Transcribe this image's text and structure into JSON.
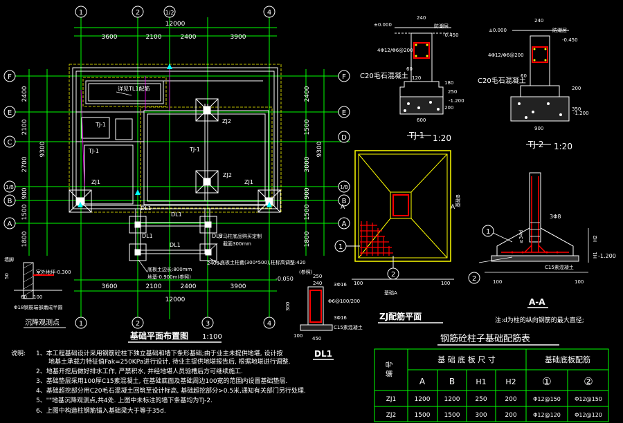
{
  "plan": {
    "axes_top": [
      "1",
      "2",
      "1/2",
      "4"
    ],
    "axes_bottom": [
      "1",
      "2",
      "3",
      "4"
    ],
    "axes_left": [
      "F",
      "E",
      "C",
      "1/B",
      "B",
      "A"
    ],
    "axes_right": [
      "F",
      "E",
      "D",
      "1/B",
      "B",
      "A"
    ],
    "dim_total": "12000",
    "dims_top": [
      "3600",
      "2100",
      "2400",
      "3900"
    ],
    "dims_bottom": [
      "3600",
      "2100",
      "2400",
      "3900"
    ],
    "dims_left": [
      "2400",
      "2100",
      "2700",
      "900",
      "1500",
      "1800"
    ],
    "dim_left_total": "9300",
    "dims_right": [
      "2400",
      "1500",
      "3000",
      "900",
      "1500",
      "1800"
    ],
    "dim_right_total": "9300",
    "labels": {
      "dl_tl1": "详见TL1配筋",
      "tj1": "TJ-1",
      "zj1": "ZJ1",
      "zj2": "ZJ2",
      "dl1": "DL1",
      "pipe_note1": "罗马柱底品购买定制",
      "pipe_note2": "截面300mm",
      "pile_note1": "底板土边长:800mm",
      "pile_note2": "地基-0.900m(参照)",
      "col_note": "底板土柱截(300*500),柱标高调整:420",
      "cmp": "(参照)",
      "level": "-0.050"
    },
    "title": "基础平面布置图",
    "scale": "1:100"
  },
  "settle": {
    "label_top": "室外地坪-0.300",
    "rebar": "Φ18钢筋端部磨成半圆",
    "title": "沉降观测点",
    "d1": "50",
    "d2": "60",
    "d3": "100",
    "label_jiao": "墙脚"
  },
  "tj1": {
    "top_dim": "240",
    "lv0": "±0.000",
    "lv1": "-0.450",
    "dpc": "防潮层",
    "rebar": "4Φ12/Φ6@200",
    "conc": "C20毛石混凝土",
    "d60": "60",
    "d120": "120",
    "d250": "250",
    "d200": "200",
    "d180": "180",
    "lv2": "-1.200",
    "width": "600",
    "title": "TJ-1",
    "scale": "1:20"
  },
  "tj2": {
    "top_dim": "240",
    "lv0": "±0.000",
    "lv1": "-0.450",
    "dpc": "防潮层",
    "rebar": "4Φ12/Φ6@200",
    "conc": "C20毛石混凝土",
    "d60": "60",
    "d350": "350",
    "d200": "200",
    "lv2": "-1.200",
    "width": "900",
    "title": "TJ-2",
    "scale": "1:20"
  },
  "zj": {
    "title": "ZJ配筋平面",
    "mark1": "1",
    "mark2": "2",
    "A": "A",
    "side": "基础B",
    "bottom": "基础A",
    "d100": "100"
  },
  "aa": {
    "title": "A-A",
    "note": "注:d为柱的纵向钢筋的最大直径;",
    "stir": "3Φ8",
    "h34d": "≥34d",
    "mark1": "1",
    "mark2": "2",
    "h1": "H1",
    "h2": "H2",
    "lv": "-1.200",
    "pad": "C15素混凝土",
    "d100": "100"
  },
  "dl1": {
    "d250": "250",
    "d240": "240",
    "rebar1": "3Φ16",
    "rebar2": "Φ6@100/200",
    "rebar3": "3Φ16",
    "d300": "300",
    "pad": "C15素混凝土",
    "d450": "450",
    "d100": "100",
    "title": "DL1"
  },
  "notes": {
    "label": "说明:",
    "items": [
      "1、本工程基础设计采用钢筋砼柱下独立基础和墙下条形基础;由于业主未提供地堪, 设计按",
      "地基土承载力特征值Fak=250KPa进行设计, 待业主提供地堪报告后, 根据地堪进行调整.",
      "2、地基开挖后做好排水工作, 严禁积水, 并经地堪人员验槽后方可继续施工.",
      "3、基础垫层采用100厚C15素混凝土, 在基础底面及基础周边100宽的范围内设置基础垫层.",
      "4、基础超挖部分用C20毛石混凝土回筑至设计标高, 基础超挖部分>0.5米,通知有关部门另行处理.",
      "5、\"\"地基沉降观测点,共4处. 上图中未标注的墙下条基均为TJ-2.",
      "6、上图中构造柱钢筋锚入基础梁大于等于35d."
    ]
  },
  "table": {
    "title": "钢筋砼柱子基础配筋表",
    "h_code": "编 号",
    "h_size": "基 础 底 板 尺 寸",
    "h_rebar": "基础底板配筋",
    "cols": [
      "A",
      "B",
      "H1",
      "H2",
      "①",
      "②"
    ],
    "rows": [
      {
        "code": "ZJ1",
        "a": "1200",
        "b": "1200",
        "h1": "250",
        "h2": "200",
        "r1": "Φ12@150",
        "r2": "Φ12@150"
      },
      {
        "code": "ZJ2",
        "a": "1500",
        "b": "1500",
        "h1": "300",
        "h2": "200",
        "r1": "Φ12@120",
        "r2": "Φ12@120"
      }
    ]
  },
  "colors": {
    "bg": "#000000",
    "axis": "#00ff00",
    "wall": "#ffffff",
    "text": "#ffffff",
    "yellow": "#ffff00",
    "red": "#ff0000",
    "cyan": "#00ffff",
    "magenta": "#ff00ff"
  }
}
